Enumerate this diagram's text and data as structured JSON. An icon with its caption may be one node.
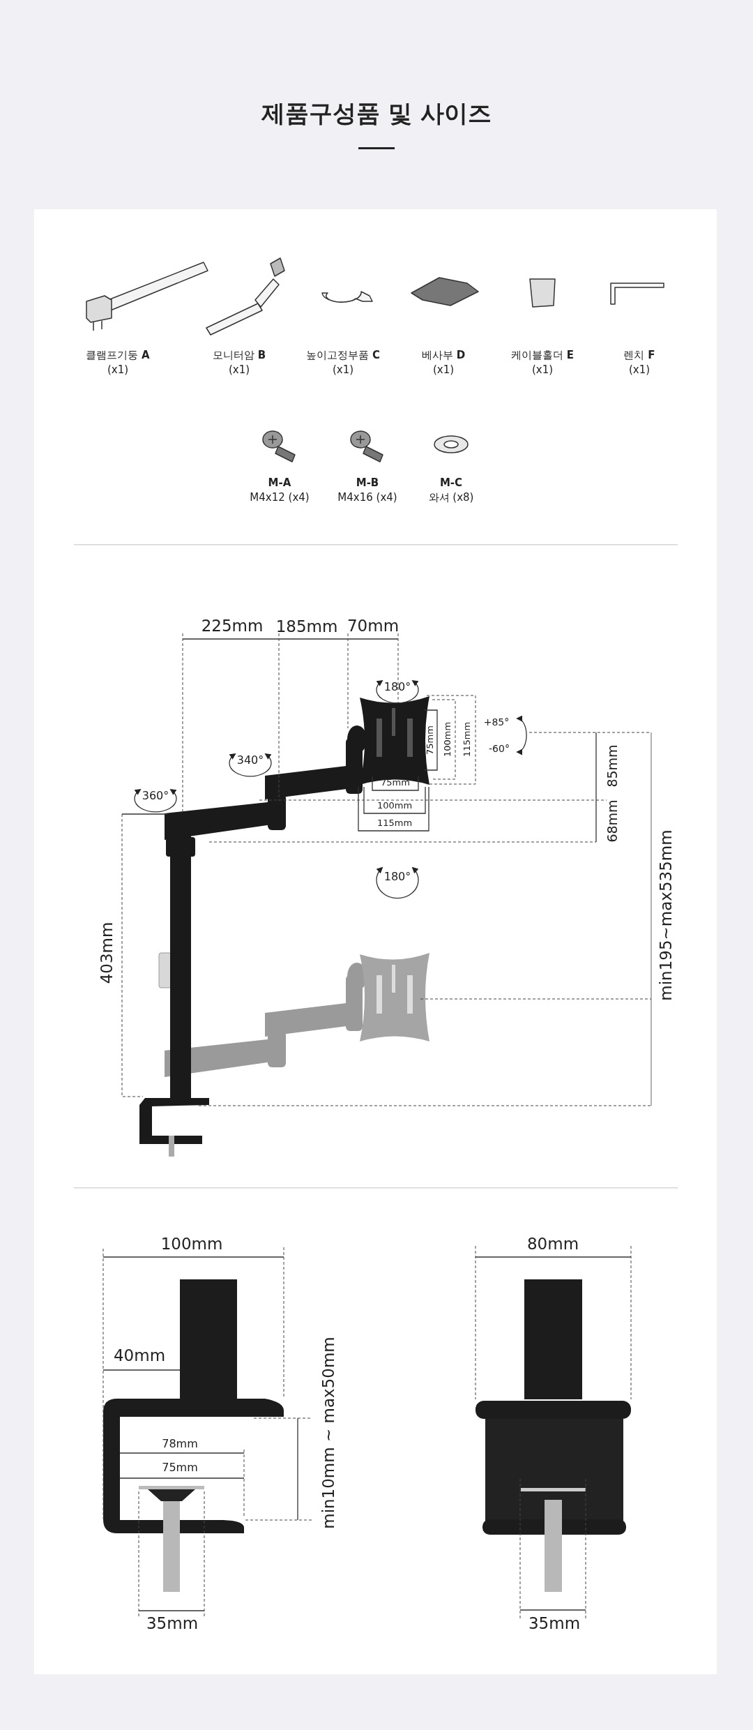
{
  "diagram": {
    "title": "제품구성품 및 사이즈",
    "labels": [
      "클램프기둥 **A**",
      "(x1)",
      "모니터암 **B**",
      "(x1)",
      "높이고정부품 **C**",
      "(x1)",
      "베사부 **D**",
      "(x1)",
      "케이블홀더 **E**",
      "(x1)",
      "렌치 **F**",
      "(x1)",
      "M-A",
      "M4x12 (x4)",
      "M-B",
      "M4x16 (x4)",
      "M-C",
      "와셔 (x8)",
      "225mm",
      "185mm",
      "70mm",
      "180°",
      "75mm",
      "100mm",
      "115mm",
      "+85°",
      "-60°",
      "340°",
      "360°",
      "75mm",
      "100mm",
      "115mm",
      "85mm",
      "68mm",
      "180°",
      "403mm",
      "min195~max535mm",
      "100mm",
      "40mm",
      "78mm",
      "75mm",
      "min10mm ~ max50mm",
      "35mm",
      "80mm",
      "35mm"
    ]
  }
}
